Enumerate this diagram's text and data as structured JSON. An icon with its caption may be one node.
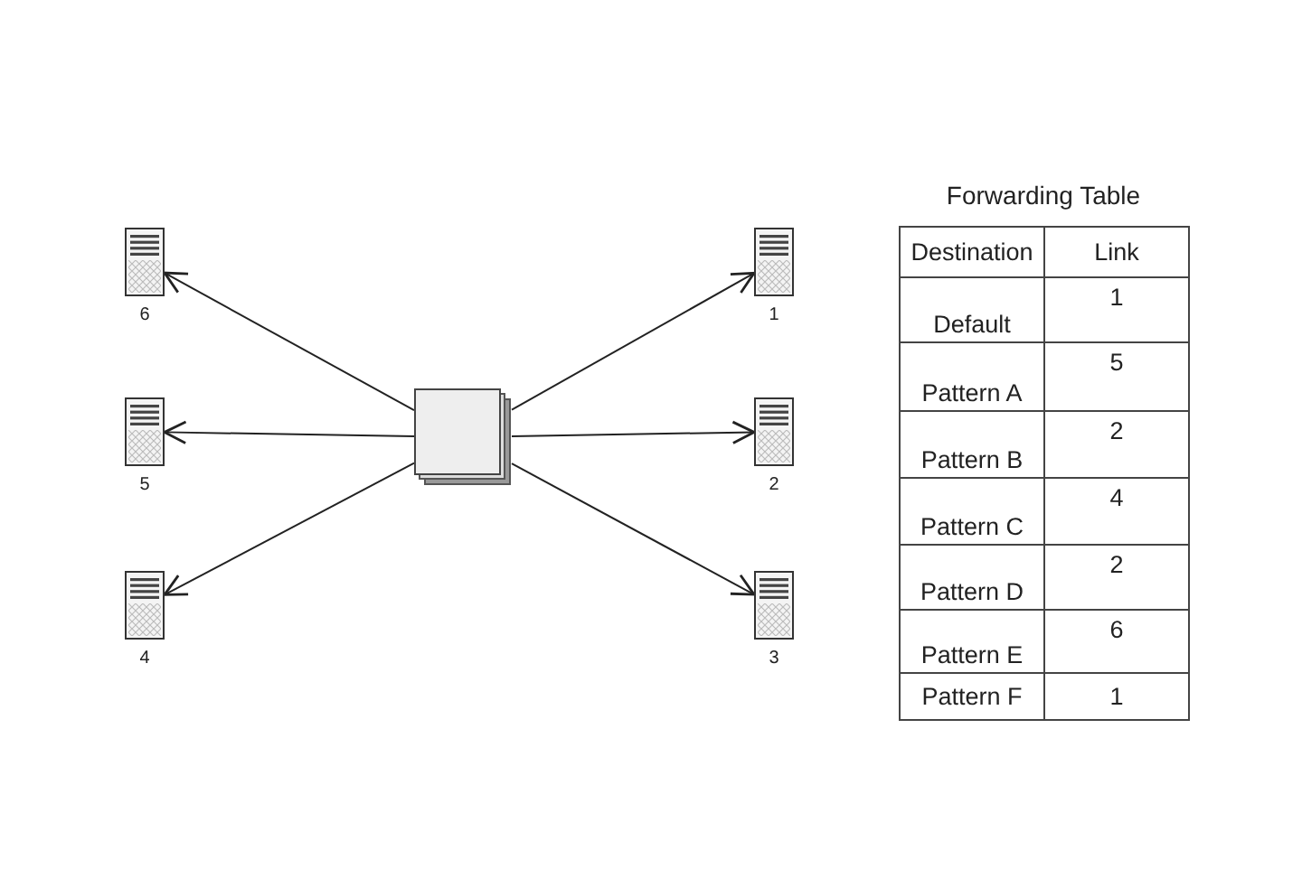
{
  "diagram": {
    "nodes": [
      {
        "text": [],
        "shape": "box"
      },
      {
        "text": [],
        "shape": "picture",
        "beside": [
          "6"
        ]
      },
      {
        "text": [],
        "shape": "picture",
        "beside": [
          "1"
        ]
      },
      {
        "text": [],
        "shape": "picture",
        "beside": [
          "5"
        ]
      },
      {
        "text": [],
        "shape": "picture",
        "beside": [
          "2"
        ]
      },
      {
        "text": [],
        "shape": "picture",
        "beside": [
          "4"
        ]
      },
      {
        "text": [],
        "shape": "picture",
        "beside": [
          "3"
        ]
      }
    ],
    "edges": [
      {
        "from": 0,
        "to": 1,
        "arrow": "to"
      },
      {
        "from": 0,
        "to": 2,
        "arrow": "to"
      },
      {
        "from": 0,
        "to": 3,
        "arrow": "to"
      },
      {
        "from": 0,
        "to": 4,
        "arrow": "to"
      },
      {
        "from": 0,
        "to": 5,
        "arrow": "to"
      },
      {
        "from": 0,
        "to": 6,
        "arrow": "to"
      }
    ],
    "labels": [
      "Forwarding Table",
      "Destination",
      "Link",
      "Default",
      "1",
      "Pattern A",
      "5",
      "Pattern B",
      "2",
      "Pattern C",
      "4",
      "Pattern D",
      "2",
      "Pattern E",
      "6",
      "Pattern F",
      "1"
    ]
  }
}
